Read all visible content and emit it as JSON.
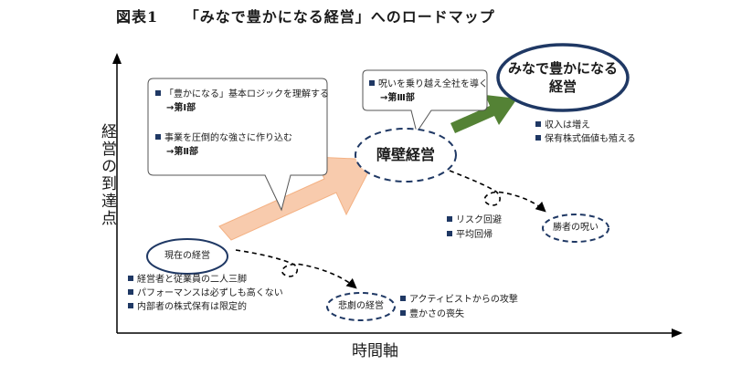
{
  "title": {
    "fig_no": "図表1",
    "text": "「みなで豊かになる経営」へのロードマップ"
  },
  "axes": {
    "y_label": "経営の到達点",
    "x_label": "時間軸"
  },
  "nodes": {
    "current": "現在の経営",
    "barrier": "障壁経営",
    "goal_line1": "みなで豊かになる",
    "goal_line2": "経営",
    "tragic": "悲劇の経営",
    "winners_curse": "勝者の呪い"
  },
  "callout_left": {
    "item1": "「豊かになる」基本ロジックを理解する",
    "item1_part": "→第Ⅰ部",
    "item2": "事業を圧倒的な強さに作り込む",
    "item2_part": "→第Ⅱ部"
  },
  "callout_right": {
    "item1": "呪いを乗り越え全社を導く",
    "item1_part": "→第Ⅲ部"
  },
  "bullets": {
    "current": [
      "経営者と従業員の二人三脚",
      "パフォーマンスは必ずしも高くない",
      "内部者の株式保有は限定的"
    ],
    "tragic": [
      "アクティビストからの攻撃",
      "豊かさの喪失"
    ],
    "curse": [
      "リスク回避",
      "平均回帰"
    ],
    "goal": [
      "収入は増え",
      "保有株式価値も殖える"
    ]
  },
  "colors": {
    "navy": "#1f3864",
    "peach_arrow": "#f8cbad",
    "green_arrow": "#548235",
    "callout_border": "#555555"
  }
}
